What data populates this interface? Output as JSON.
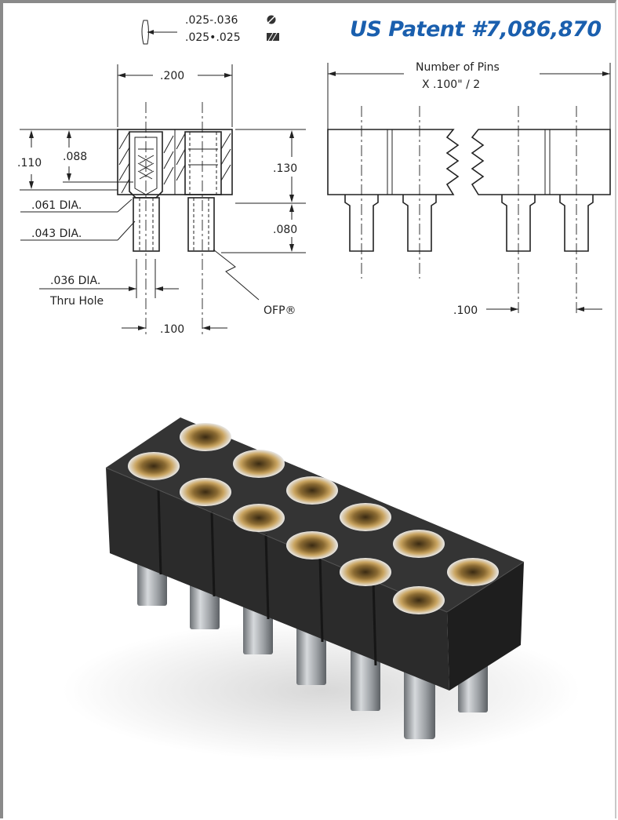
{
  "header": {
    "patent": "US Patent #7,086,870",
    "tail_spec_round": ".025-.036",
    "tail_spec_square": ".025•.025",
    "round_symbol_icon": "circle-slash",
    "square_symbol_icon": "hatched-square"
  },
  "side_view": {
    "width": ".200",
    "height_total": ".110",
    "depth_top": ".088",
    "body_height": ".130",
    "outer_dia": ".061 DIA.",
    "inner_dia": ".043 DIA.",
    "tail_length": ".080",
    "thru_hole_line1": ".036 DIA.",
    "thru_hole_line2": "Thru Hole",
    "pitch": ".100",
    "ofp": "OFP®"
  },
  "front_view": {
    "length_line1": "Number of Pins",
    "length_line2": "X .100\" / 2",
    "pitch": ".100"
  },
  "product_image": {
    "name": "2-row-socket-strip-render",
    "body_color": "#2b2b2b",
    "contact_color": "#b08a4a",
    "pin_color": "#9a9ea2"
  }
}
